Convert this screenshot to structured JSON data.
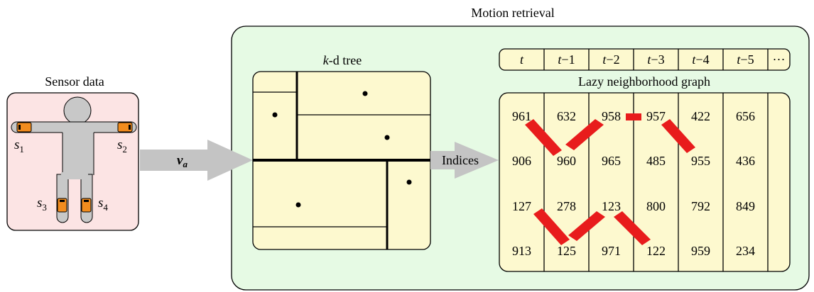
{
  "sensor_panel": {
    "title": "Sensor data",
    "sensors": [
      {
        "base": "s",
        "sub": "1"
      },
      {
        "base": "s",
        "sub": "2"
      },
      {
        "base": "s",
        "sub": "3"
      },
      {
        "base": "s",
        "sub": "4"
      }
    ],
    "arrow_label": {
      "base": "v",
      "sub": "a"
    }
  },
  "retrieval_panel": {
    "title": "Motion retrieval"
  },
  "kd_tree": {
    "title_italic": "k",
    "title_rest": "-d tree"
  },
  "indices_label": "Indices",
  "time_header": [
    {
      "pre": "",
      "main": "t",
      "suffix": ""
    },
    {
      "pre": "",
      "main": "t",
      "suffix": "−1"
    },
    {
      "pre": "",
      "main": "t",
      "suffix": "−2"
    },
    {
      "pre": "",
      "main": "t",
      "suffix": "−3"
    },
    {
      "pre": "",
      "main": "t",
      "suffix": "−4"
    },
    {
      "pre": "",
      "main": "t",
      "suffix": "−5"
    },
    {
      "pre": "",
      "main": "",
      "suffix": "···"
    }
  ],
  "graph": {
    "title": "Lazy neighborhood graph",
    "rows": [
      [
        "961",
        "632",
        "958",
        "957",
        "422",
        "656"
      ],
      [
        "906",
        "960",
        "965",
        "485",
        "955",
        "436"
      ],
      [
        "127",
        "278",
        "123",
        "800",
        "792",
        "849"
      ],
      [
        "913",
        "125",
        "971",
        "122",
        "959",
        "234"
      ]
    ]
  },
  "colors": {
    "sensor_bg": "#fce4e4",
    "retrieval_bg": "#e6fae4",
    "node_bg": "#fdf9cf",
    "body_gray": "#c8c8c8",
    "sensor_orange": "#f28c1e",
    "link_red": "#e81c1c",
    "arrow_gray": "#c4c4c4"
  }
}
